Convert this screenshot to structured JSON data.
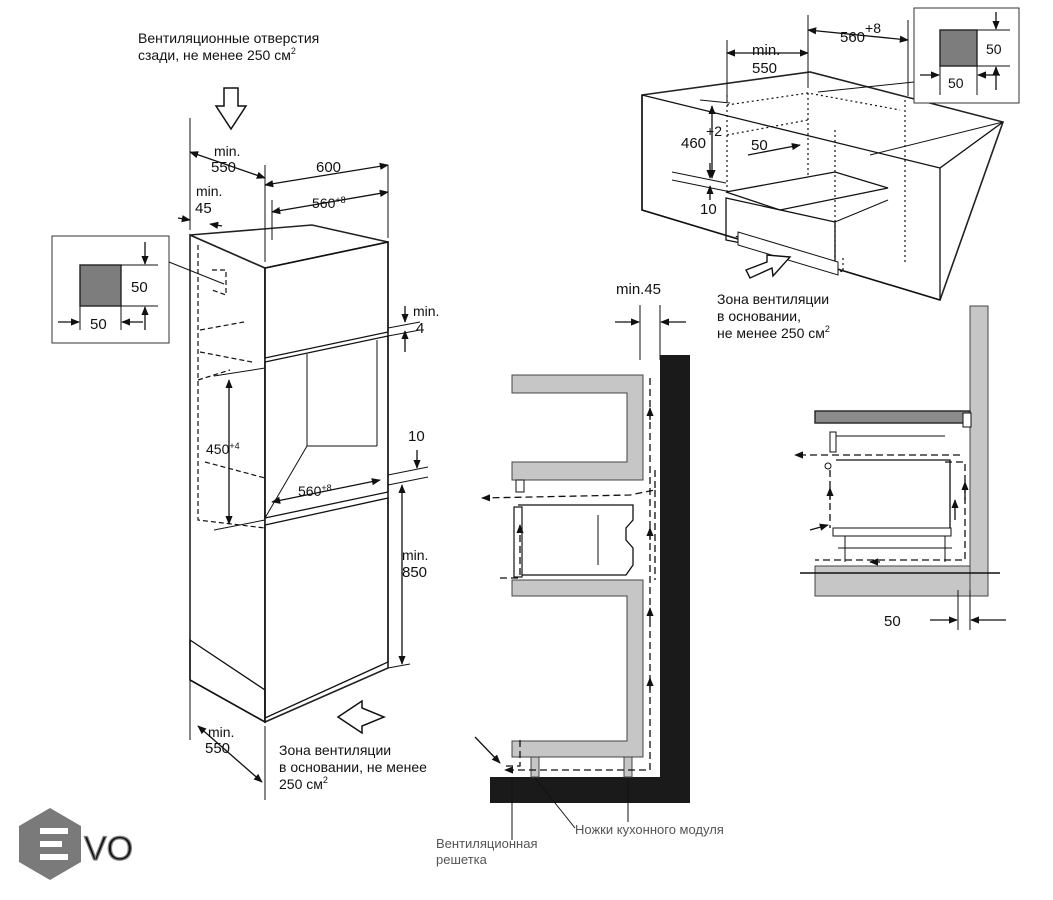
{
  "colors": {
    "line": "#111111",
    "cabinet_gray": "#c6c6c6",
    "vent_square": "#7d7d7d",
    "wall": "#1a1a1a",
    "logo": "#7a7a7a"
  },
  "icons": [
    "down-arrow-icon",
    "right-arrow-icon",
    "left-arrow-icon",
    "logo-hexagon-icon"
  ],
  "tall_unit": {
    "rear_vent_label_line1": "Вентиляционные отверстия",
    "rear_vent_label_line2": "сзади, не менее 250 см",
    "rear_vent_sup": "2",
    "min_depth_top_min": "min.",
    "min_depth_top_val": "550",
    "width_600": "600",
    "width_560": "560",
    "width_560_sup": "+8",
    "side_min": "min.",
    "side_45": "45",
    "inset_50_right": "50",
    "inset_50_bottom": "50",
    "gap_min": "min.",
    "gap_4": "4",
    "niche_height": "450",
    "niche_height_sup": "+4",
    "niche_width": "560",
    "niche_width_sup": "+8",
    "floor_10": "10",
    "min_height_min": "min.",
    "min_height_val": "850",
    "bottom_depth_min": "min.",
    "bottom_depth_val": "550",
    "base_vent_line1": "Зона вентиляции",
    "base_vent_line2": "в основании, не менее",
    "base_vent_line3": "250 см",
    "base_vent_sup": "2"
  },
  "wall_unit": {
    "dim_560": "560",
    "dim_560_sup": "+8",
    "dim_min": "min.",
    "dim_550": "550",
    "dim_460": "460",
    "dim_460_sup": "+2",
    "dim_50": "50",
    "dim_10": "10",
    "inset_50_right": "50",
    "inset_50_bottom": "50",
    "base_vent_line1": "Зона вентиляции",
    "base_vent_line2": "в основании,",
    "base_vent_line3": "не менее 250 см",
    "base_vent_sup": "2"
  },
  "section": {
    "min_gap": "min.45",
    "grille_line1": "Вентиляционная",
    "grille_line2": "решетка",
    "legs_label": "Ножки кухонного модуля"
  },
  "side_view": {
    "gap_50": "50"
  },
  "logo": {
    "text": "VO"
  }
}
